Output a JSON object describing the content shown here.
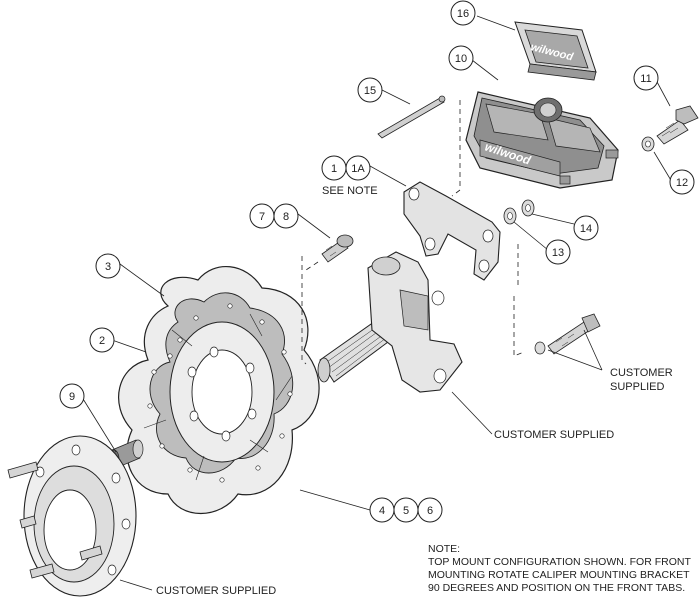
{
  "callouts": {
    "c16": "16",
    "c10": "10",
    "c11": "11",
    "c15": "15",
    "c12": "12",
    "c1": "1",
    "c1a": "1A",
    "c7": "7",
    "c8": "8",
    "c14": "14",
    "c13": "13",
    "c3": "3",
    "c2": "2",
    "c9": "9",
    "c4": "4",
    "c5": "5",
    "c6": "6"
  },
  "labels": {
    "see_note": "SEE NOTE",
    "customer_supplied_bolt_1": "CUSTOMER",
    "customer_supplied_bolt_2": "SUPPLIED",
    "customer_supplied_spindle": "CUSTOMER SUPPLIED",
    "customer_supplied_hub": "CUSTOMER SUPPLIED"
  },
  "logos": {
    "pad": "wilwood",
    "caliper": "wilwood"
  },
  "note": {
    "heading": "NOTE:",
    "line1": "TOP MOUNT CONFIGURATION SHOWN. FOR FRONT",
    "line2": "MOUNTING ROTATE CALIPER MOUNTING BRACKET",
    "line3": "90 DEGREES AND POSITION ON THE FRONT TABS."
  },
  "colors": {
    "line": "#222222",
    "fill_light": "#e6e6e6",
    "fill_mid": "#bfbfbf",
    "fill_dark": "#8a8a8a"
  }
}
